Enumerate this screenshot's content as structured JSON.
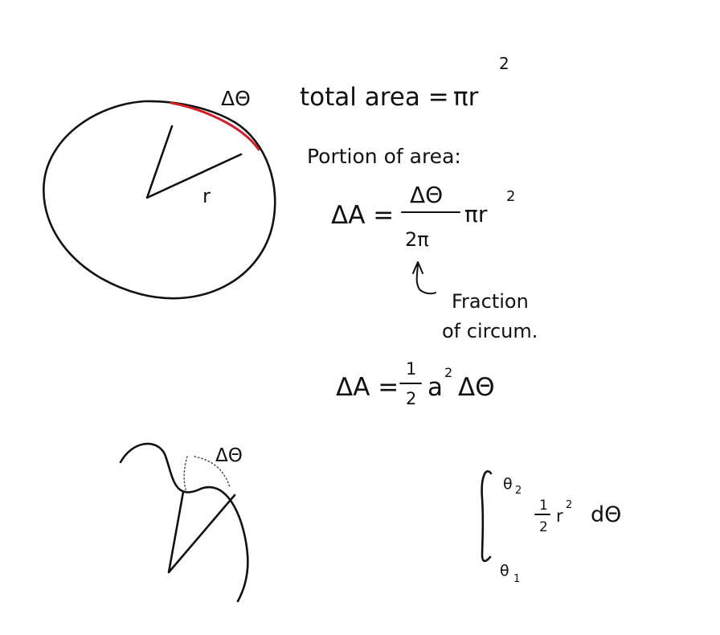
{
  "colors": {
    "ink": "#111111",
    "accent": "#d0202a"
  },
  "labels": {
    "delta_theta_top": "ΔΘ",
    "radius": "r",
    "total_area_text": "total area =",
    "total_area_pi_r": "πr",
    "total_area_exp": "2",
    "portion_of_area": "Portion of area:",
    "delta_a_1": "ΔA =",
    "frac1_num": "ΔΘ",
    "frac1_den": "2π",
    "frac1_after": "πr",
    "frac1_exp": "2",
    "fraction_of": "Fraction",
    "of_circum": "of circum.",
    "delta_a_2": "ΔA =",
    "half_num": "1",
    "half_den": "2",
    "a_symbol": "a",
    "a_exp": "2",
    "delta_theta_2": "ΔΘ",
    "delta_theta_bottom": "ΔΘ",
    "integral_upper": "θ",
    "integral_upper_sub": "2",
    "integral_lower": "θ",
    "integral_lower_sub": "1",
    "int_half_num": "1",
    "int_half_den": "2",
    "int_r": "r",
    "int_r_exp": "2",
    "int_dtheta": "dΘ"
  }
}
